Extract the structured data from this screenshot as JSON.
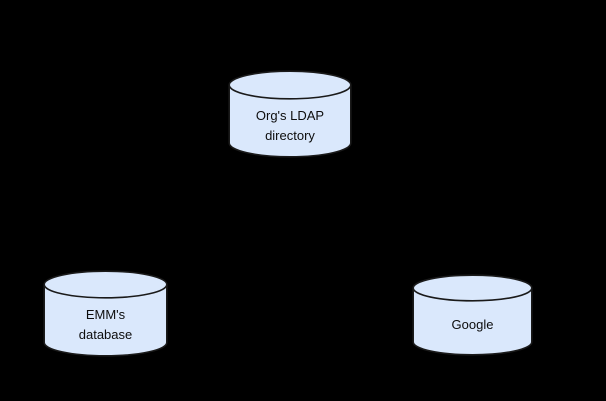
{
  "diagram": {
    "type": "cylinder-diagram",
    "background_color": "#000000",
    "node_fill_color": "#dae8fc",
    "node_stroke_color": "#1a1a1a",
    "node_text_color": "#0d0d0d",
    "nodes": [
      {
        "id": "ldap",
        "shape": "cylinder",
        "label": "Org's LDAP\ndirectory",
        "line1": "Org's LDAP",
        "line2": "directory"
      },
      {
        "id": "emm",
        "shape": "cylinder",
        "label": "EMM's\ndatabase",
        "line1": "EMM's",
        "line2": "database"
      },
      {
        "id": "google",
        "shape": "cylinder",
        "label": "Google",
        "line1": "Google",
        "line2": ""
      }
    ],
    "connectors": []
  }
}
